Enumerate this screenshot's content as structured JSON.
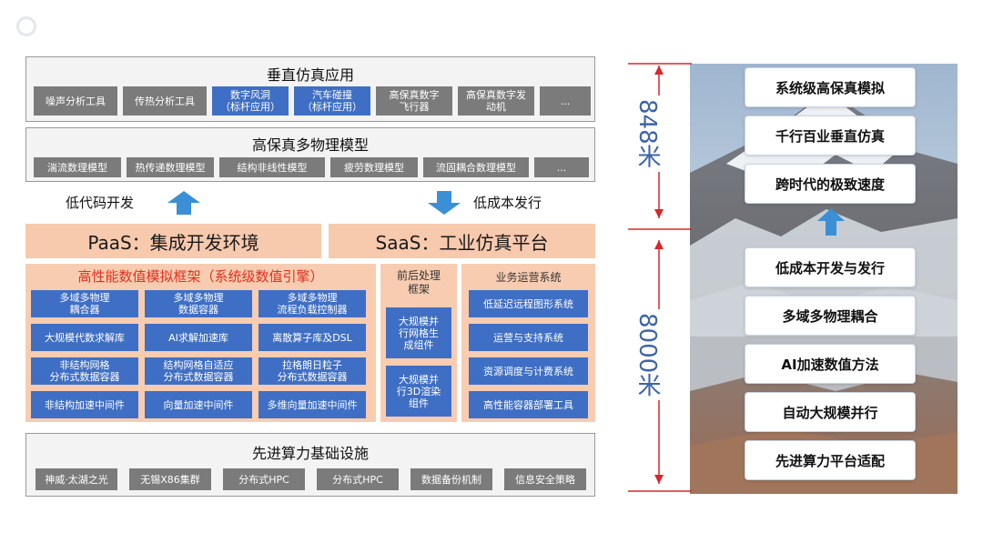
{
  "logo": {
    "text": "",
    "icon": "ring-logo-icon"
  },
  "vertical_apps": {
    "title": "垂直仿真应用",
    "items": [
      {
        "label": "噪声分析工具",
        "color": "gray"
      },
      {
        "label": "传热分析工具",
        "color": "gray"
      },
      {
        "label": "数字风洞\n（标杆应用）",
        "color": "blue"
      },
      {
        "label": "汽车碰撞\n（标杆应用）",
        "color": "blue"
      },
      {
        "label": "高保真数字\n飞行器",
        "color": "gray"
      },
      {
        "label": "高保真数字发\n动机",
        "color": "gray"
      },
      {
        "label": "...",
        "color": "gray"
      }
    ]
  },
  "physics_models": {
    "title": "高保真多物理模型",
    "items": [
      "湍流数理模型",
      "热传递数理模型",
      "结构非线性模型",
      "疲劳数理模型",
      "流固耦合数理模型",
      "..."
    ]
  },
  "arrows": {
    "left_label": "低代码开发",
    "right_label": "低成本发行"
  },
  "paas": "PaaS：集成开发环境",
  "saas": "SaaS：工业仿真平台",
  "hpc_framework": {
    "title": "高性能数值模拟框架（系统级数值引擎）",
    "grid": [
      [
        "多域多物理\n耦合器",
        "多域多物理\n数据容器",
        "多域多物理\n流程负载控制器"
      ],
      [
        "大规模代数求解库",
        "AI求解加速库",
        "离散算子库及DSL"
      ],
      [
        "非结构网格\n分布式数据容器",
        "结构网格自适应\n分布式数据容器",
        "拉格朗日粒子\n分布式数据容器"
      ],
      [
        "非结构加速中间件",
        "向量加速中间件",
        "多维向量加速中间件"
      ]
    ]
  },
  "prepost": {
    "title": "前后处理\n框架",
    "items": [
      "大规模并\n行网格生\n成组件",
      "大规模并\n行3D渲染\n组件"
    ]
  },
  "operations": {
    "title": "业务运营系统",
    "items": [
      "低延迟远程图形系统",
      "运营与支持系统",
      "资源调度与计费系统",
      "高性能容器部署工具"
    ]
  },
  "infrastructure": {
    "title": "先进算力基础设施",
    "items": [
      "神威·太湖之光",
      "无锡X86集群",
      "分布式HPC",
      "分布式HPC",
      "数据备份机制",
      "信息安全策略"
    ]
  },
  "right": {
    "top_height": "848米",
    "bottom_height": "8000米",
    "top_items": [
      "系统级高保真模拟",
      "千行百业垂直仿真",
      "跨时代的极致速度"
    ],
    "bottom_items": [
      "低成本开发与发行",
      "多域多物理耦合",
      "AI加速数值方法",
      "自动大规模并行",
      "先进算力平台适配"
    ],
    "colors": {
      "height_label": "#3d64a8",
      "red_line": "#d9262a",
      "arrow": "#3a8fd6"
    }
  },
  "colors": {
    "orange": "#f7c9ad",
    "blue_box": "#3f6fc4",
    "gray_box": "#7b7b7b",
    "arrow_blue": "#3a8fd6"
  }
}
